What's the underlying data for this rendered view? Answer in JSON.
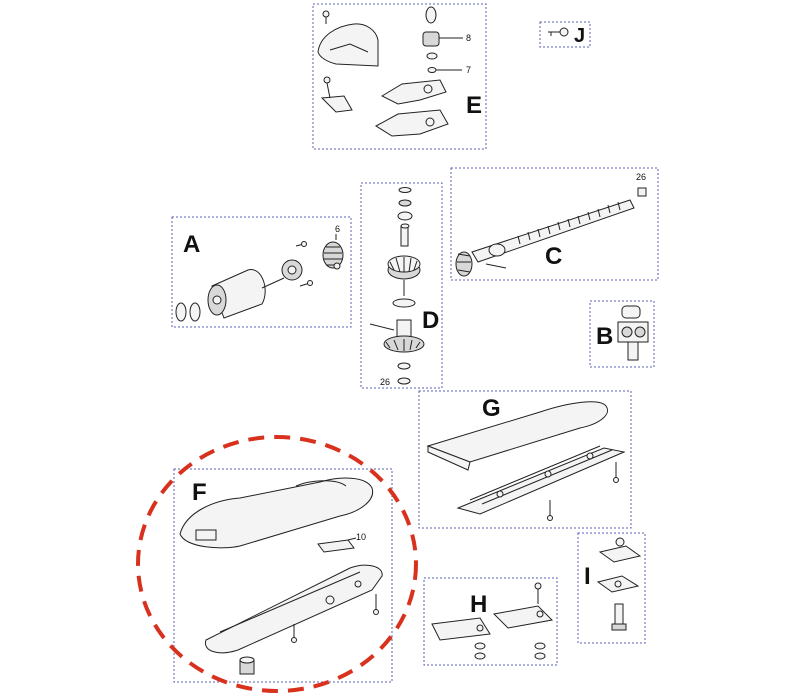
{
  "groups": {
    "A": {
      "letter": "A",
      "callouts": [
        "6"
      ]
    },
    "B": {
      "letter": "B"
    },
    "C": {
      "letter": "C",
      "callouts": [
        "26"
      ]
    },
    "D": {
      "letter": "D",
      "callouts": [
        "26"
      ]
    },
    "E": {
      "letter": "E",
      "callouts": [
        "8",
        "7"
      ]
    },
    "F": {
      "letter": "F",
      "callouts": [
        "10"
      ]
    },
    "G": {
      "letter": "G"
    },
    "H": {
      "letter": "H"
    },
    "I": {
      "letter": "I"
    },
    "J": {
      "letter": "J"
    }
  },
  "highlight": {
    "target_group": "F",
    "color": "#d8321f"
  }
}
